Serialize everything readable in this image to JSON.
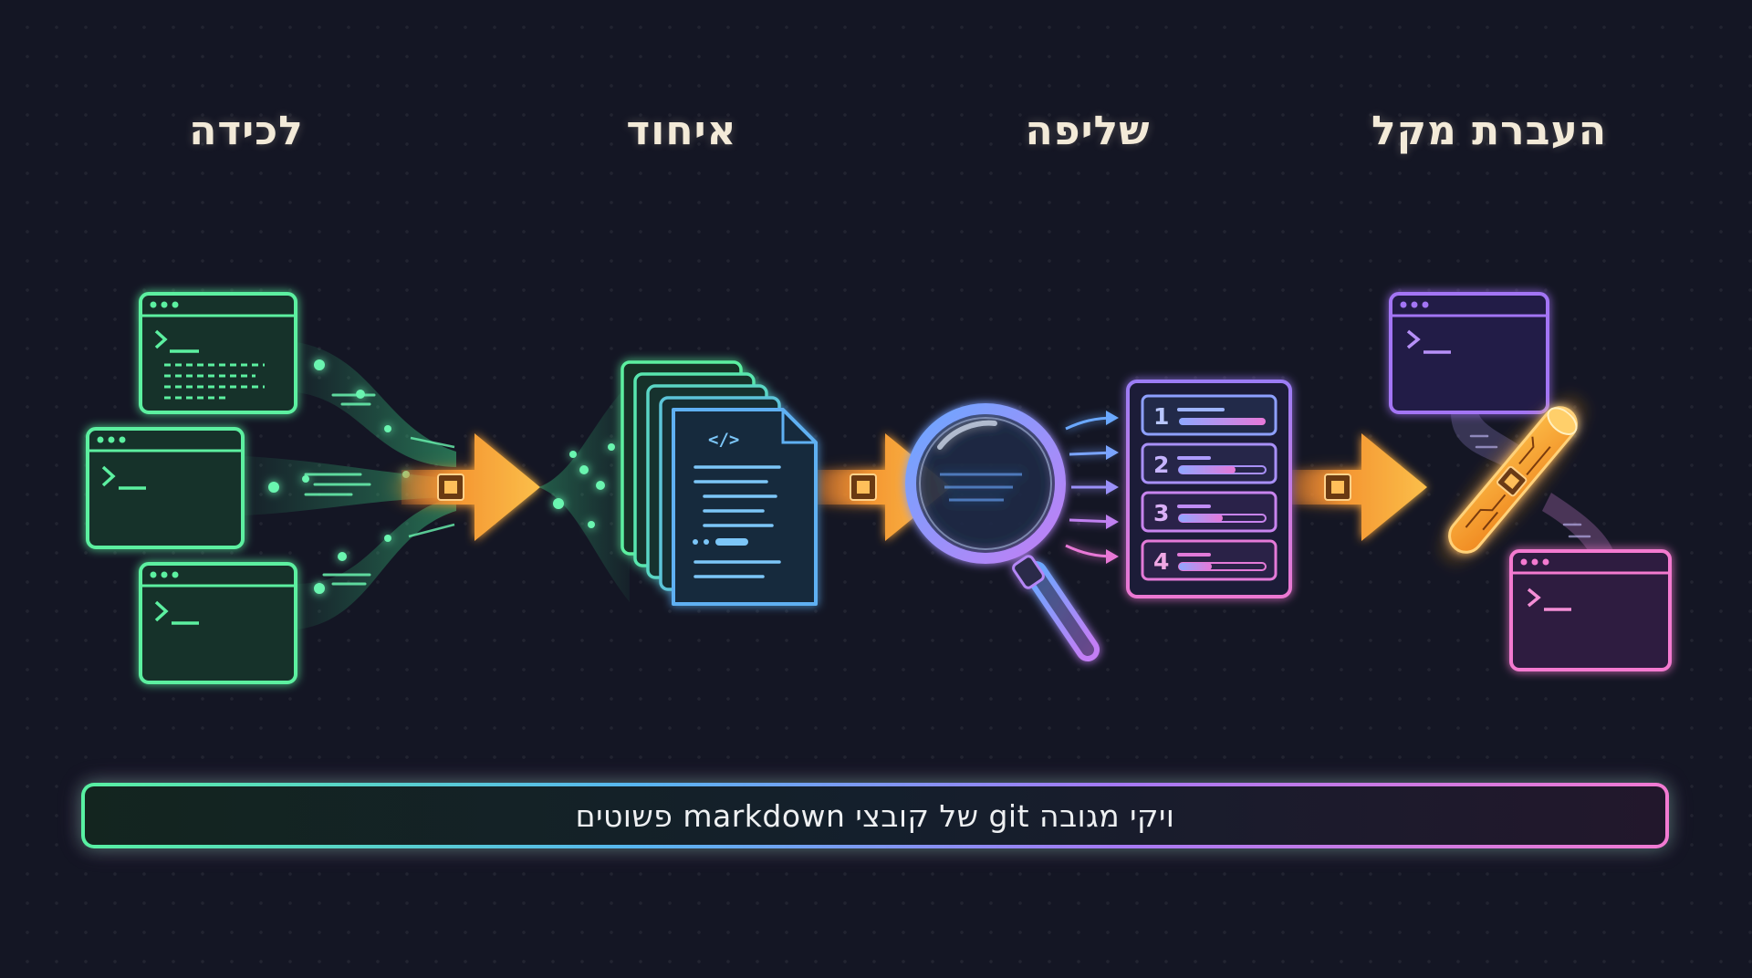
{
  "stages": [
    {
      "title": "לכידה"
    },
    {
      "title": "איחוד"
    },
    {
      "title": "שליפה"
    },
    {
      "title": "העברת מקל"
    }
  ],
  "terminal_prompt": ">_",
  "code_tag": "</>",
  "ranked_items": [
    "1",
    "2",
    "3",
    "4"
  ],
  "footer": {
    "text": "ויקי מגובה git של קובצי markdown פשוטים"
  },
  "colors": {
    "background": "#141624",
    "capture": "#5cf0a0",
    "consolidate": "#5fb0f2",
    "retrieve_blue": "#6aa8ff",
    "retrieve_violet": "#c37ef5",
    "handoff_violet": "#a374f5",
    "handoff_pink": "#f47ad0",
    "arrow": "#f7a838",
    "title": "#f3ead8"
  },
  "icons": [
    "terminal-window-icon",
    "document-stack-icon",
    "magnifier-icon",
    "ranked-list-icon",
    "baton-icon",
    "chip-arrow-icon"
  ]
}
